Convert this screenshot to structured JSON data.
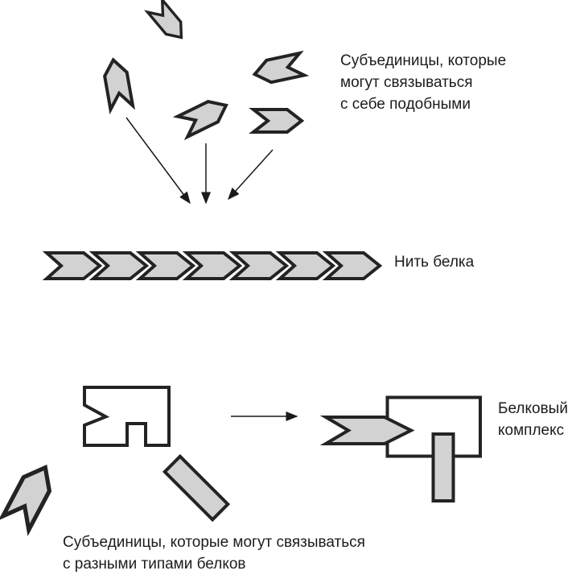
{
  "colors": {
    "background": "#ffffff",
    "subunit_fill": "#d2d2d2",
    "outline": "#232323",
    "thin_arrow": "#1a1a1a",
    "text": "#1c1c1c"
  },
  "labels": {
    "top_caption": {
      "lines": [
        "Субъединицы, которые",
        "могут связываться",
        "с себе подобными"
      ]
    },
    "chain_label": "Нить белка",
    "complex_label": {
      "lines": [
        "Белковый",
        "комплекс"
      ]
    },
    "bottom_caption": {
      "lines": [
        "Субъединицы, которые могут связываться",
        "с разными типами белков"
      ]
    }
  },
  "diagram": {
    "type": "schematic-diagram",
    "description": "Self-binding chevron-shaped protein subunits assemble (three converging arrows) into a protein filament of interlocking chevrons; subunits binding different protein types (notched block, bar, chevron) assemble into a protein complex.",
    "free_subunits_top_count": 5,
    "chain": {
      "link_count": 7,
      "shape": "chevron-arrow"
    },
    "complex_parts": [
      "notched-block",
      "chevron-arrow",
      "bar"
    ]
  }
}
